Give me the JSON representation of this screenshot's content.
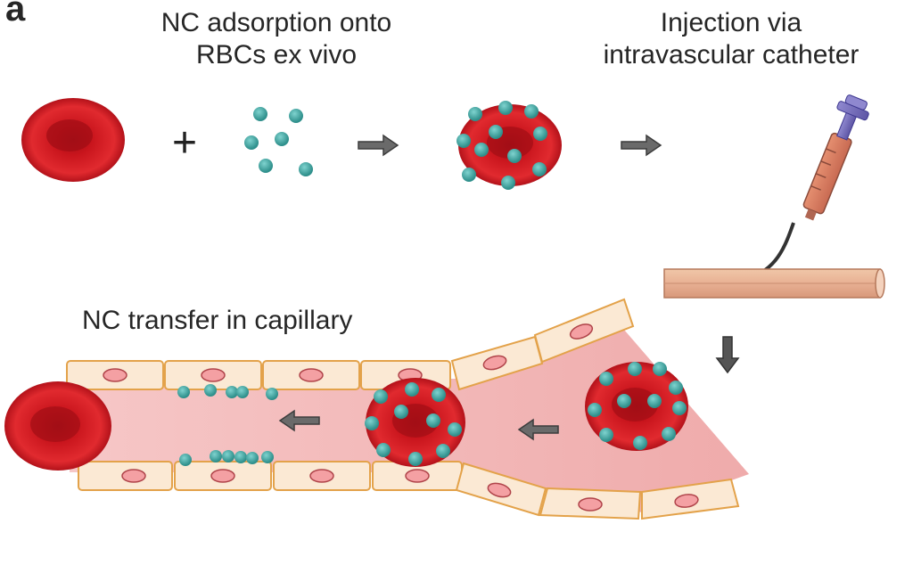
{
  "figure": {
    "panel_label": "a",
    "step1": {
      "line1": "NC adsorption onto",
      "line2": "RBCs ex vivo"
    },
    "step2": {
      "line1": "Injection via",
      "line2": "intravascular catheter"
    },
    "step3": "NC transfer in capillary",
    "plus_sign": "+"
  },
  "colors": {
    "rbc": "#c8141c",
    "rbc_dark": "#9e0f16",
    "nanocarrier": "#3aa7a3",
    "vessel_lumen": "#f2b7b7",
    "endothelial_cell": "#fbe9d4",
    "cell_border": "#e3a24a",
    "nucleus": "#f4a0a3",
    "arrow": "#555555",
    "catheter": "#d6806a"
  },
  "icons": [
    "red-blood-cell-icon",
    "nanocarrier-icon",
    "syringe-icon",
    "arrow-right-icon",
    "arrow-left-icon",
    "arrow-down-icon"
  ]
}
